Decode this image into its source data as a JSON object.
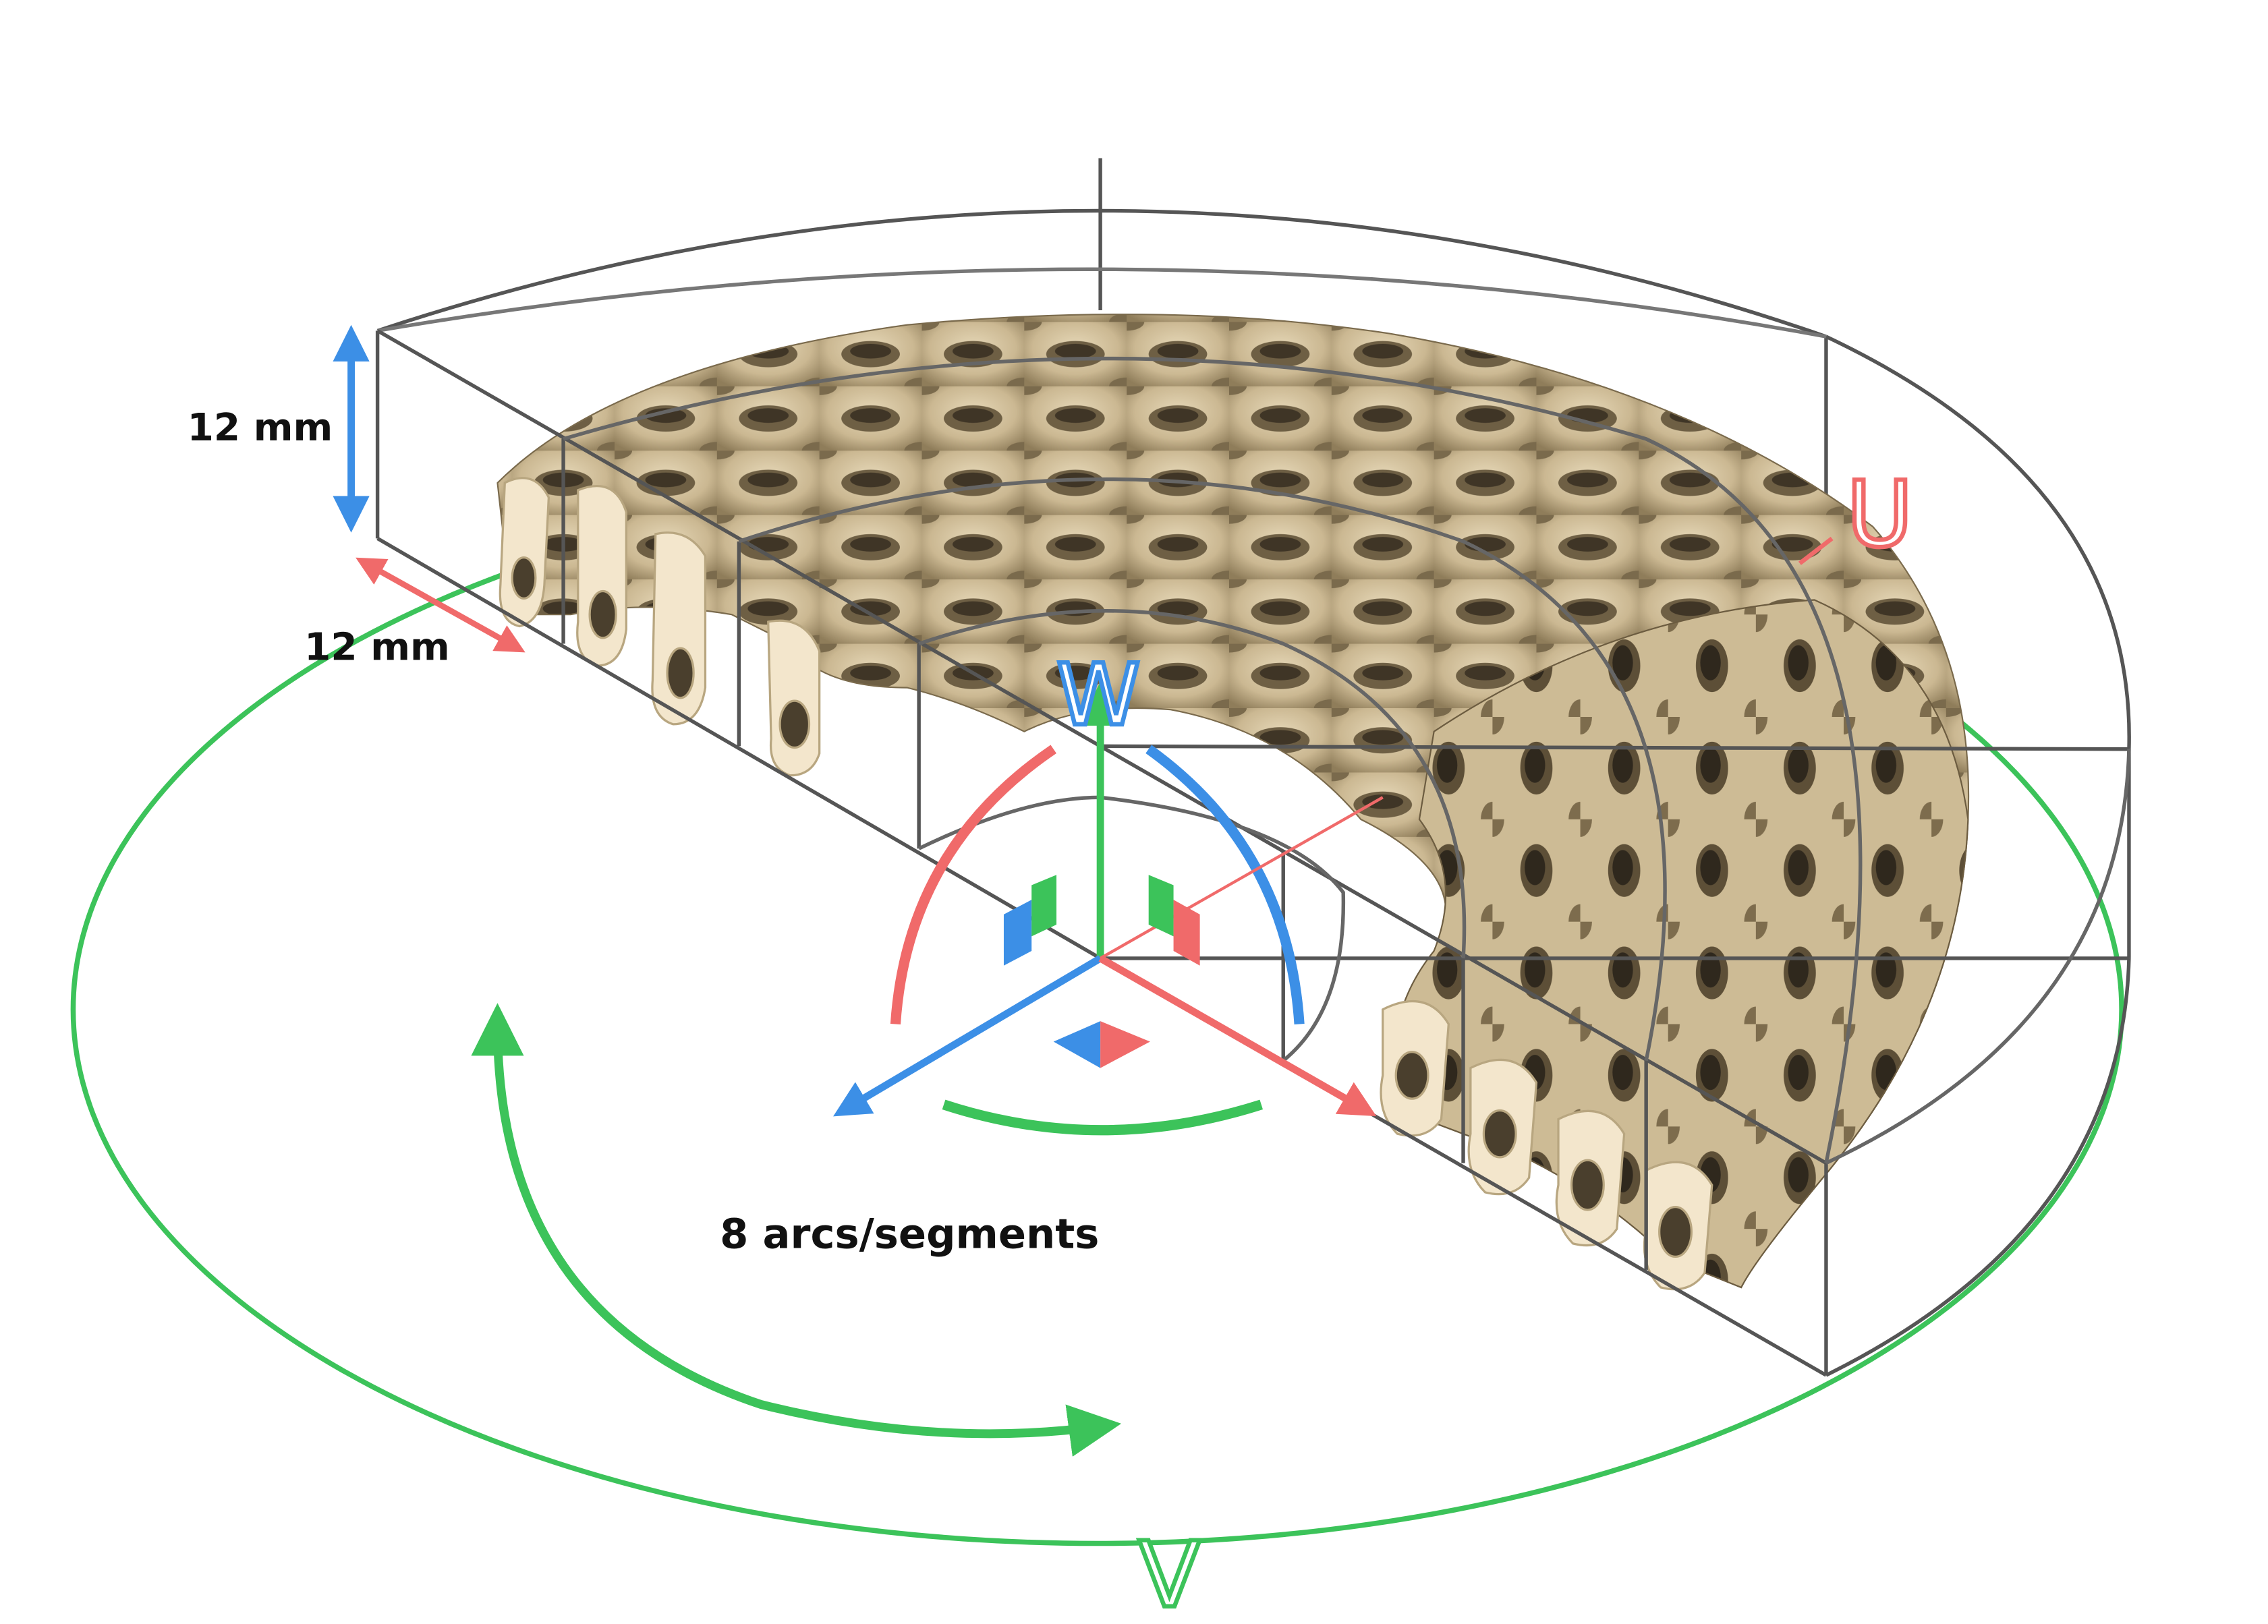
{
  "labels": {
    "height": "12 mm",
    "width": "12 mm",
    "segments": "8 arcs/segments"
  },
  "axes": {
    "u": "U",
    "v": "V",
    "w": "W"
  },
  "colors": {
    "u_axis": "#f06a6a",
    "v_axis": "#3cc35a",
    "w_axis": "#3c8fe6",
    "grid": "#555555",
    "lattice": "#d9c9a8",
    "lattice_shadow": "#9c8a66",
    "lattice_cut": "#f3e6cc"
  },
  "icons": {
    "gizmo": "transform-gizmo-icon",
    "rotation": "rotation-arrow-icon"
  }
}
